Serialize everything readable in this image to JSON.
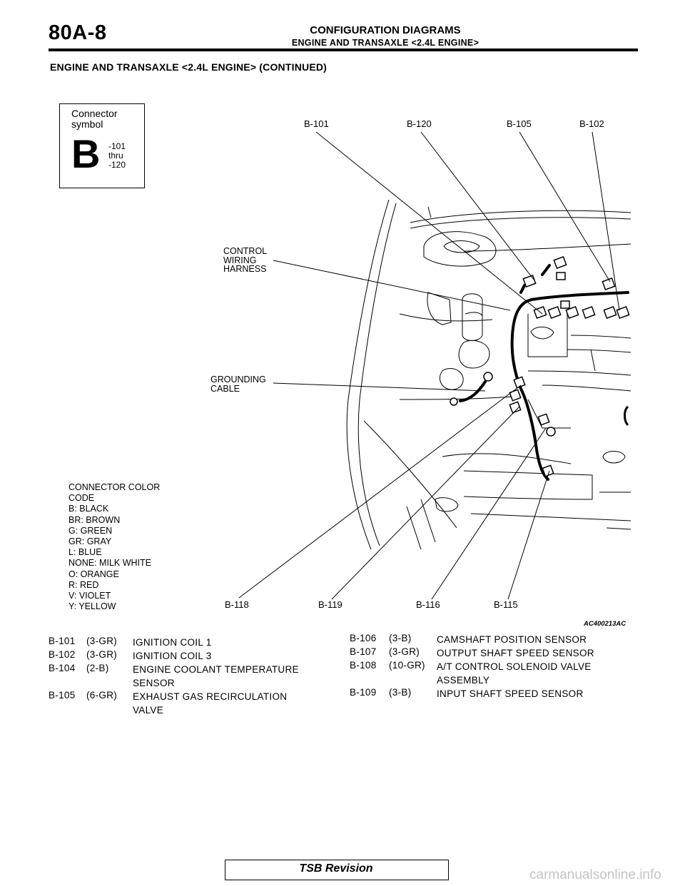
{
  "header": {
    "page_number": "80A-8",
    "title": "CONFIGURATION DIAGRAMS",
    "subtitle": "ENGINE AND TRANSAXLE <2.4L ENGINE>"
  },
  "section_title": "ENGINE AND TRANSAXLE <2.4L ENGINE> (CONTINUED)",
  "connector_symbol": {
    "label": "Connector symbol",
    "letter": "B",
    "range": "-101 thru -120"
  },
  "callouts": {
    "top": [
      "B-101",
      "B-120",
      "B-105",
      "B-102"
    ],
    "bottom": [
      "B-118",
      "B-119",
      "B-116",
      "B-115"
    ]
  },
  "harness_labels": {
    "control": "CONTROL WIRING HARNESS",
    "grounding": "GROUNDING CABLE"
  },
  "color_codes": [
    "CONNECTOR COLOR",
    "CODE",
    "B: BLACK",
    "BR: BROWN",
    "G: GREEN",
    "GR: GRAY",
    "L: BLUE",
    "NONE: MILK WHITE",
    "O: ORANGE",
    "R: RED",
    "V: VIOLET",
    "Y: YELLOW"
  ],
  "figure_id": "AC400213AC",
  "parts_left": [
    {
      "id": "B-101",
      "code": "(3-GR)",
      "desc": "IGNITION COIL 1"
    },
    {
      "id": "B-102",
      "code": "(3-GR)",
      "desc": "IGNITION COIL 3"
    },
    {
      "id": "B-104",
      "code": "(2-B)",
      "desc": "ENGINE COOLANT TEMPERATURE SENSOR"
    },
    {
      "id": "B-105",
      "code": "(6-GR)",
      "desc": "EXHAUST GAS RECIRCULATION VALVE"
    }
  ],
  "parts_right": [
    {
      "id": "B-106",
      "code": "(3-B)",
      "desc": "CAMSHAFT POSITION SENSOR"
    },
    {
      "id": "B-107",
      "code": "(3-GR)",
      "desc": "OUTPUT SHAFT SPEED SENSOR"
    },
    {
      "id": "B-108",
      "code": "(10-GR)",
      "desc": "A/T CONTROL SOLENOID VALVE ASSEMBLY"
    },
    {
      "id": "B-109",
      "code": "(3-B)",
      "desc": "INPUT SHAFT SPEED SENSOR"
    }
  ],
  "footer": {
    "tsb_label": "TSB Revision",
    "watermark": "carmanualsonline.info"
  }
}
